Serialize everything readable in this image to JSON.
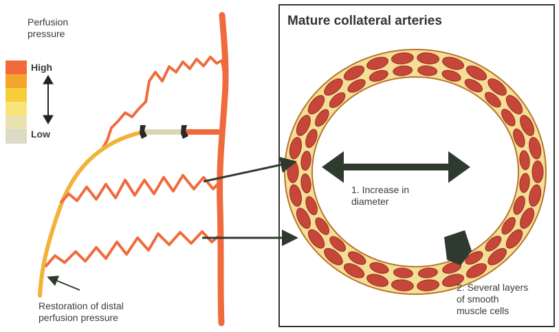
{
  "legend": {
    "title": [
      "Perfusion",
      "pressure"
    ],
    "high_label": "High",
    "low_label": "Low",
    "colors": [
      "#f2693a",
      "#f5a52e",
      "#f6cd3a",
      "#f7e57a",
      "#e8e3b0",
      "#dcdcc6"
    ]
  },
  "caption": [
    "Restoration of distal",
    "perfusion pressure"
  ],
  "panel": {
    "title": "Mature collateral arteries",
    "label_diameter": [
      "1. Increase in",
      "diameter"
    ],
    "label_layers": [
      "2. Several layers",
      "of smooth",
      "muscle cells"
    ]
  },
  "colors": {
    "vessel": "#ef6b3d",
    "restored_vessel": "#f2b23a",
    "occlusion": "#d9d6b4",
    "wall": "#f4df96",
    "cell": "#c6463a",
    "cell_edge": "#9a2a22",
    "arrow": "#2f3a2f"
  }
}
